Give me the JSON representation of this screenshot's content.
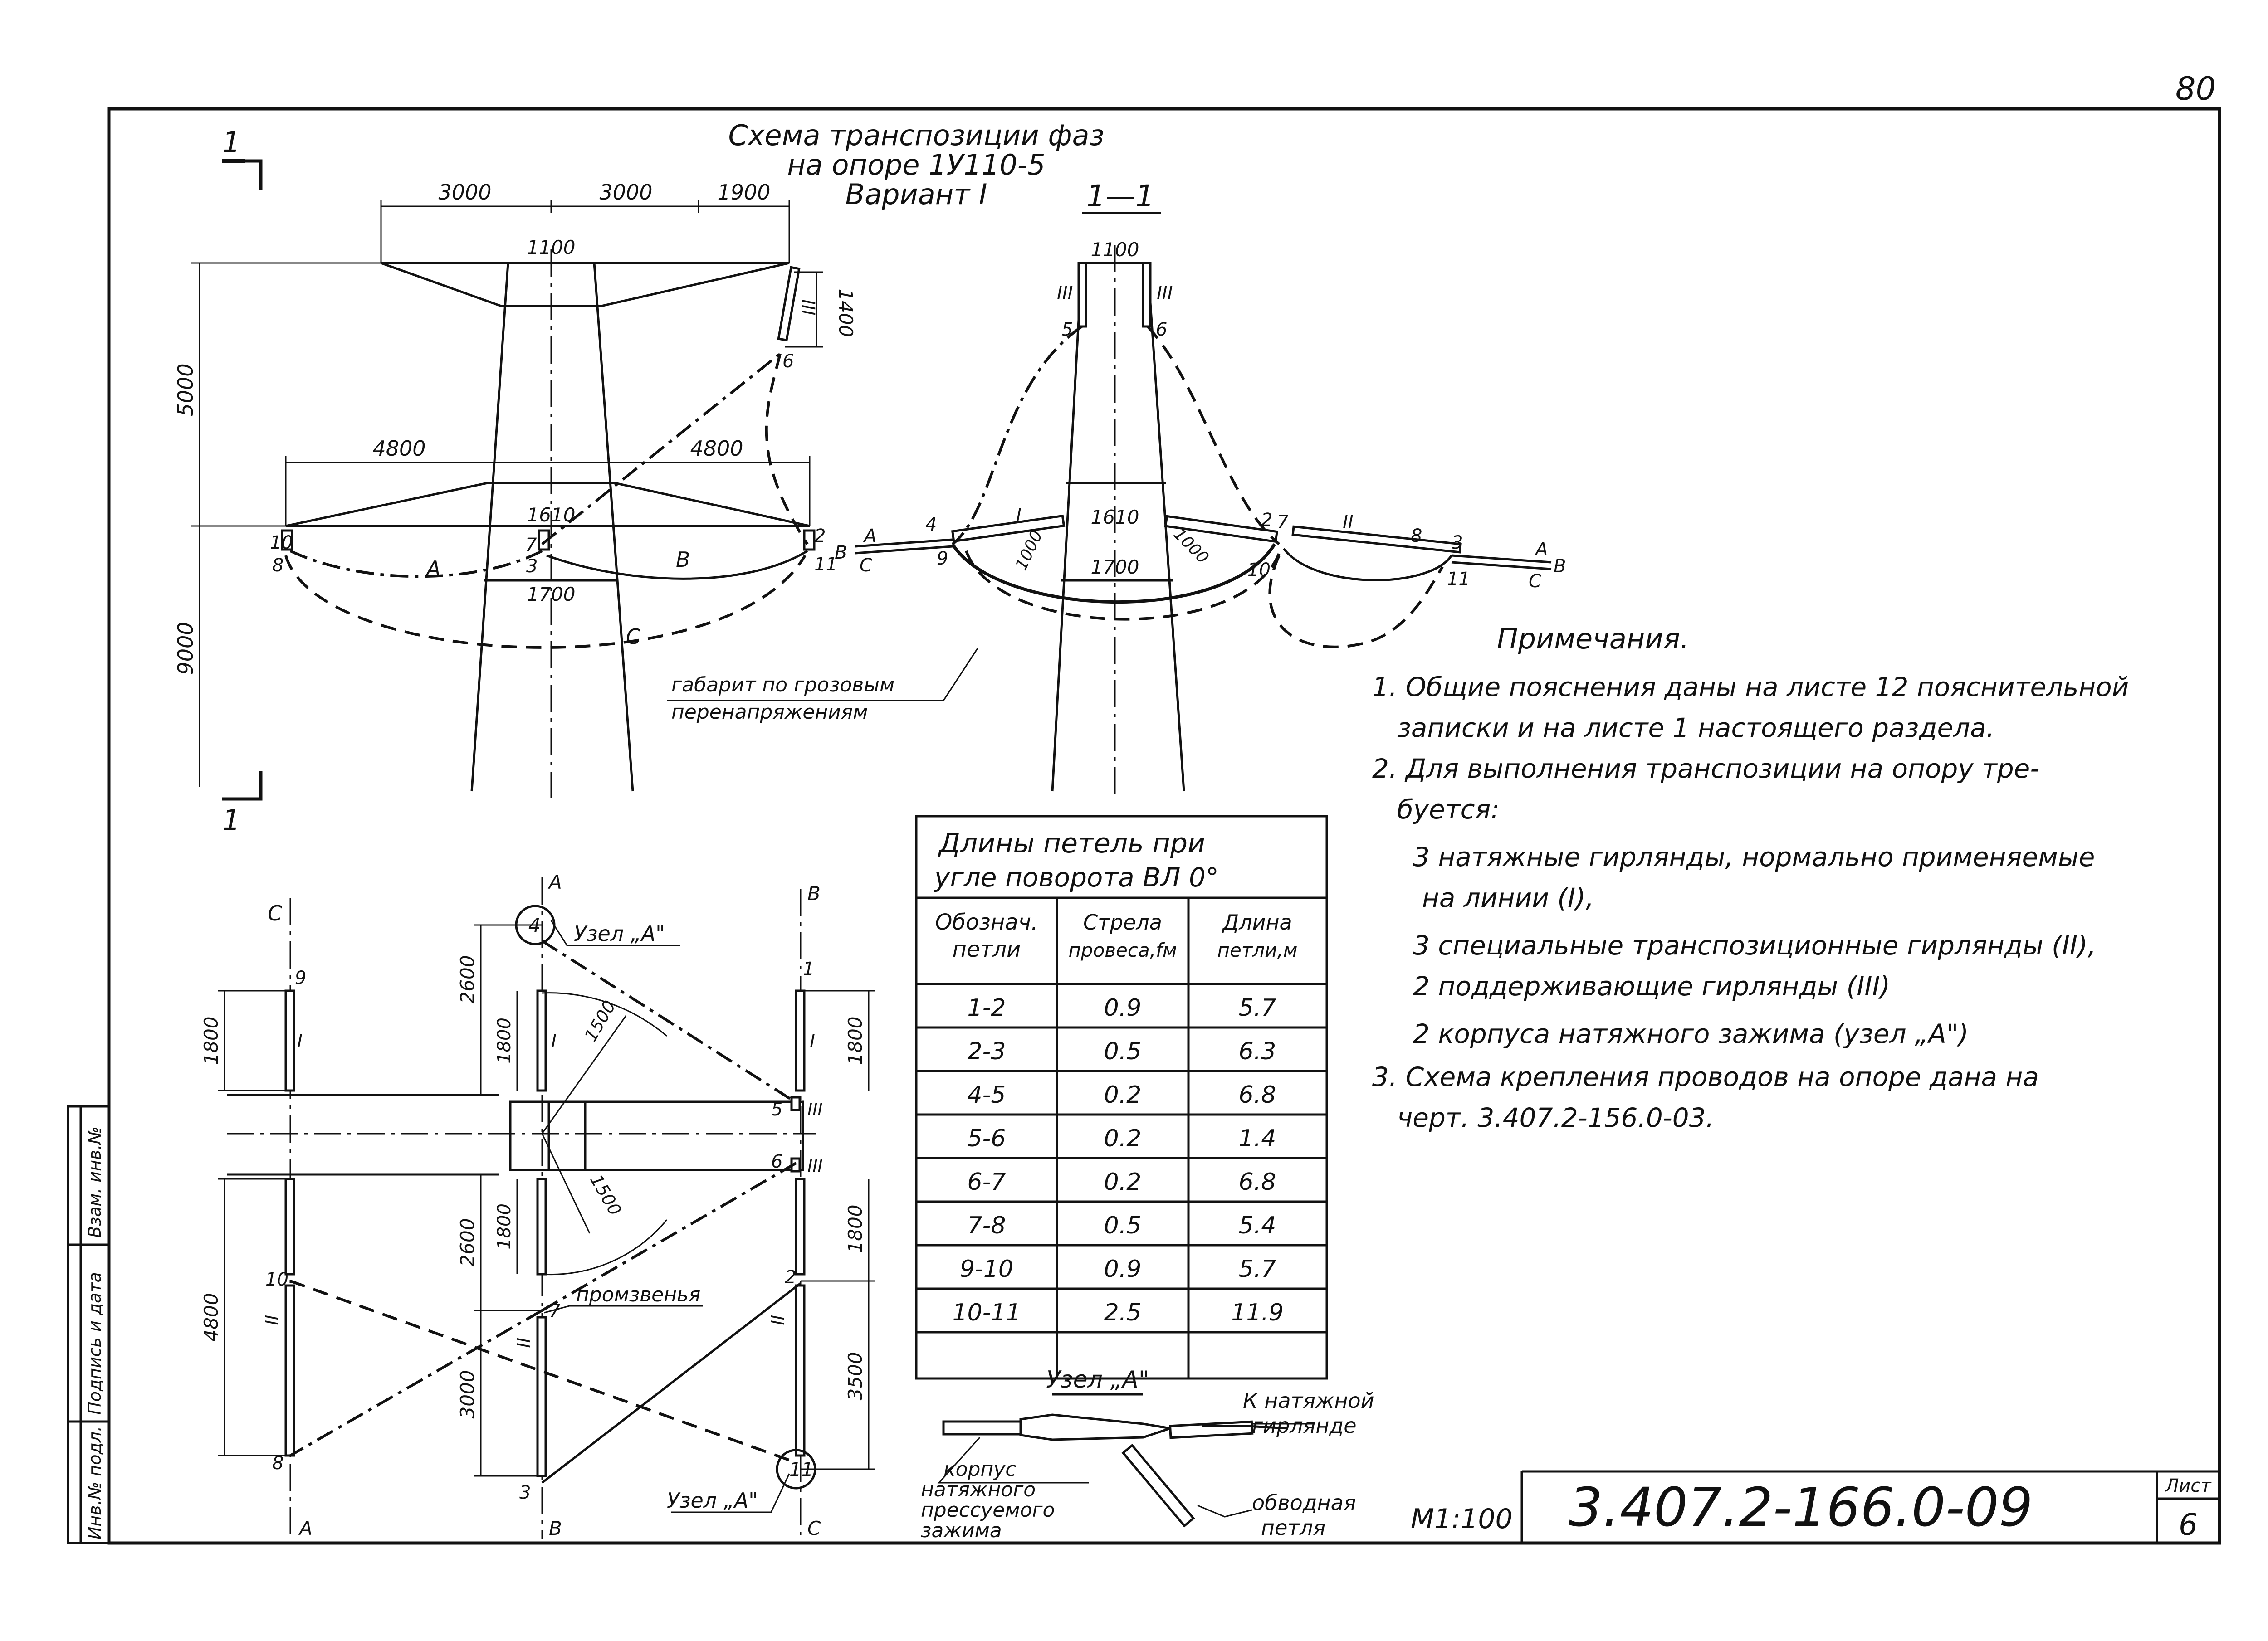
{
  "page_number": "80",
  "title": [
    "Схема транспозиции фаз",
    "на опоре 1У110-5",
    "Вариант I"
  ],
  "section_marks": {
    "left_top": "1",
    "left_bottom": "1",
    "section_title": "1—1"
  },
  "dimensions": {
    "top": [
      "3000",
      "3000",
      "1900"
    ],
    "tower_top": "1100",
    "insulator": "1400",
    "vertical": [
      "5000",
      "9000"
    ],
    "crossarm": [
      "4800",
      "4800"
    ],
    "body": [
      "1610",
      "1700"
    ],
    "section": [
      "1100",
      "1610",
      "1700",
      "1000",
      "1000"
    ],
    "plan_left": [
      "1800",
      "4800"
    ],
    "plan_mid": [
      "2600",
      "1800",
      "2600",
      "1800",
      "3000"
    ],
    "plan_right": [
      "1800",
      "1800",
      "3500"
    ],
    "radius": [
      "1500",
      "1500"
    ]
  },
  "labels": {
    "phases": [
      "A",
      "B",
      "C"
    ],
    "points": [
      "1",
      "2",
      "3",
      "4",
      "5",
      "6",
      "7",
      "8",
      "9",
      "10",
      "11"
    ],
    "roman": [
      "I",
      "II",
      "III"
    ],
    "clearance_note": [
      "габарит по грозовым",
      "перенапряжениям"
    ],
    "node_a": "Узел „А\"",
    "promzvenya": "промзвенья"
  },
  "table": {
    "title": [
      "Длины петель при",
      "угле поворота ВЛ 0°"
    ],
    "headers": [
      [
        "Обознач.",
        "петли"
      ],
      [
        "Стрела",
        "провеса,fм"
      ],
      [
        "Длина",
        "петли,м"
      ]
    ],
    "rows": [
      [
        "1-2",
        "0.9",
        "5.7"
      ],
      [
        "2-3",
        "0.5",
        "6.3"
      ],
      [
        "4-5",
        "0.2",
        "6.8"
      ],
      [
        "5-6",
        "0.2",
        "1.4"
      ],
      [
        "6-7",
        "0.2",
        "6.8"
      ],
      [
        "7-8",
        "0.5",
        "5.4"
      ],
      [
        "9-10",
        "0.9",
        "5.7"
      ],
      [
        "10-11",
        "2.5",
        "11.9"
      ]
    ]
  },
  "notes": {
    "heading": "Примечания.",
    "lines": [
      "1. Общие пояснения даны на листе 12 пояснительной",
      "записки и на листе 1 настоящего раздела.",
      "2. Для выполнения транспозиции на опору тре-",
      "буется:",
      "3 натяжные гирлянды, нормально применяемые",
      "на линии (I),",
      "3 специальные транспозиционные гирлянды (II),",
      "2 поддерживающие гирлянды (III)",
      "2 корпуса натяжного зажима (узел „А\")",
      "3. Схема крепления проводов на опоре дана на",
      "черт. 3.407.2-156.0-03."
    ]
  },
  "node_detail": {
    "title": "Узел „А\"",
    "right_label": [
      "К натяжной",
      "гирлянде"
    ],
    "left_label": [
      "корпус",
      "натяжного",
      "прессуемого",
      "зажима"
    ],
    "bottom_label": [
      "обводная",
      "петля"
    ]
  },
  "scale": "М1:100",
  "drawing_number": "3.407.2-166.0-09",
  "sheet_label": "Лист",
  "sheet_number": "6",
  "side_stamp": [
    "Инв.№ подл.",
    "Подпись и дата",
    "Взам. инв.№"
  ]
}
